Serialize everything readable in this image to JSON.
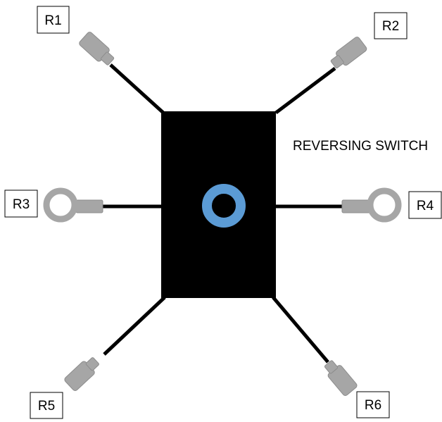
{
  "title": "REVERSING SWITCH",
  "terminals": [
    {
      "id": "r1",
      "label": "R1",
      "type": "spade"
    },
    {
      "id": "r2",
      "label": "R2",
      "type": "spade"
    },
    {
      "id": "r3",
      "label": "R3",
      "type": "ring"
    },
    {
      "id": "r4",
      "label": "R4",
      "type": "ring"
    },
    {
      "id": "r5",
      "label": "R5",
      "type": "spade"
    },
    {
      "id": "r6",
      "label": "R6",
      "type": "spade"
    }
  ],
  "colors": {
    "switch_body": "#000000",
    "knob": "#5b9bd5",
    "connector": "#a6a6a6",
    "wire": "#000000"
  }
}
